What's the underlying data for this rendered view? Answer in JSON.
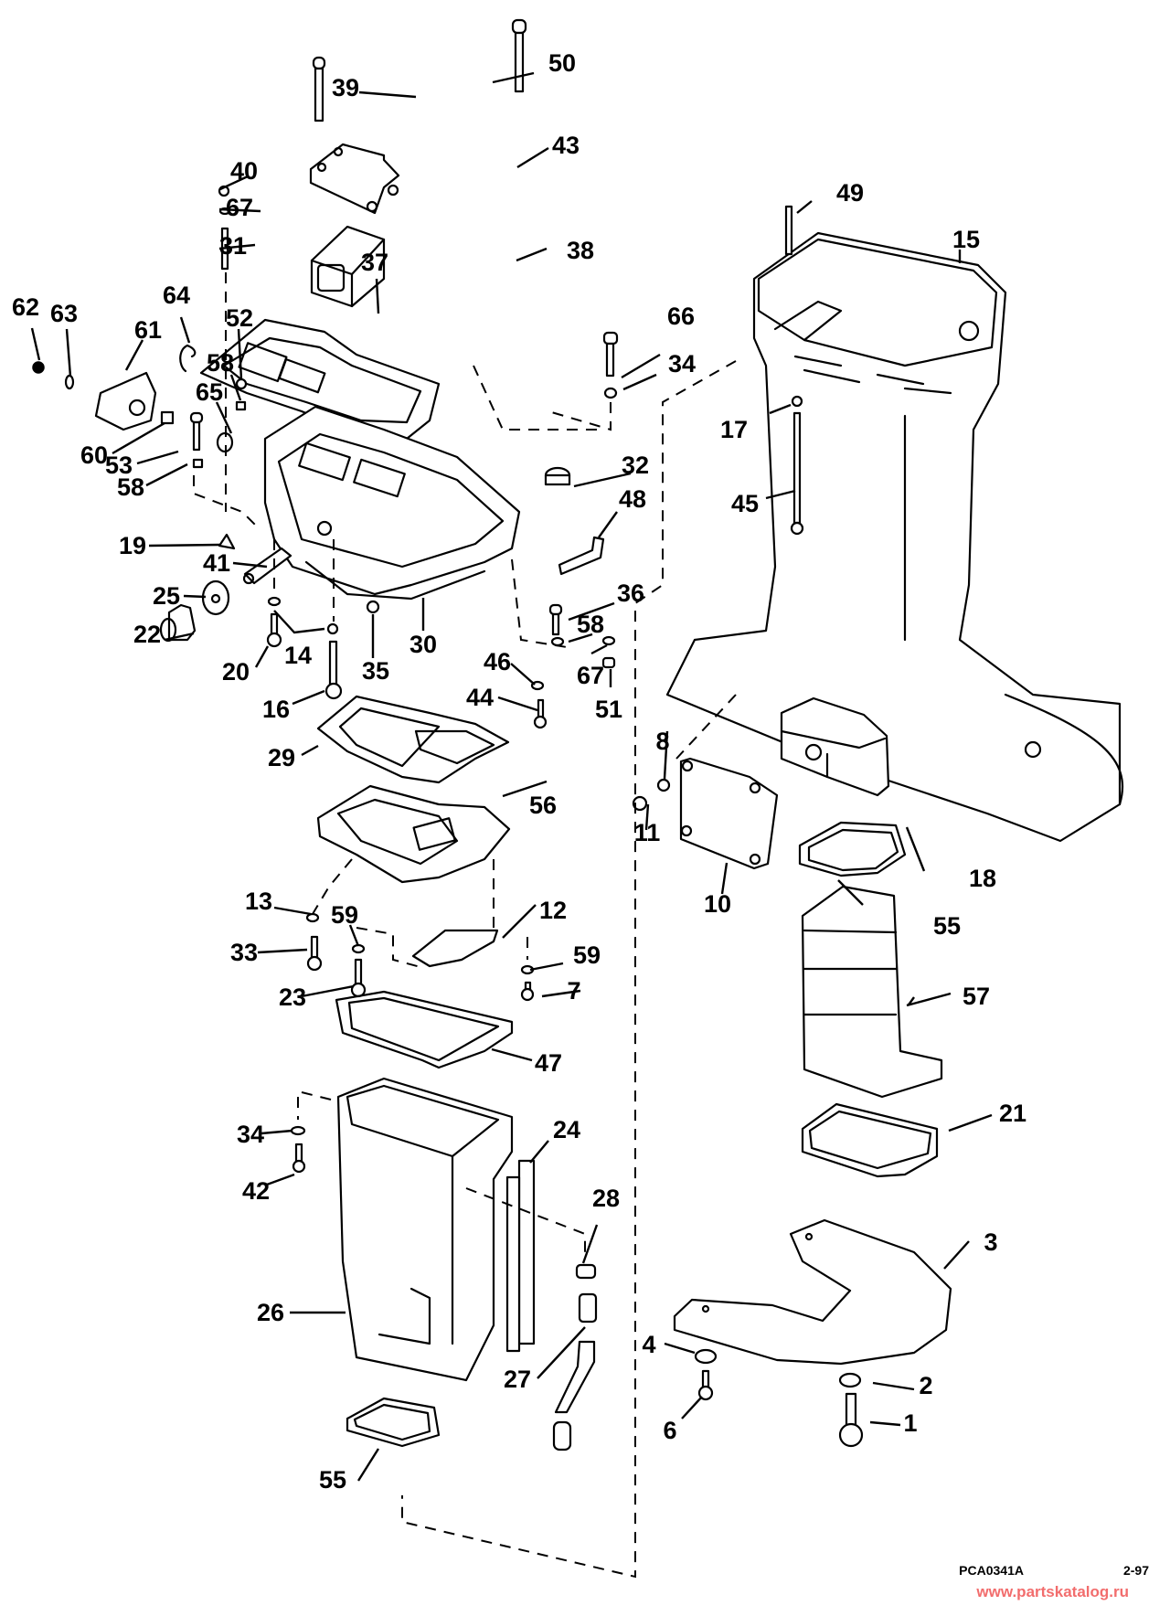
{
  "diagram": {
    "title": "Exhaust housing exploded parts view",
    "callouts": [
      {
        "id": "1",
        "label": "1"
      },
      {
        "id": "2",
        "label": "2"
      },
      {
        "id": "3",
        "label": "3"
      },
      {
        "id": "4",
        "label": "4"
      },
      {
        "id": "6",
        "label": "6"
      },
      {
        "id": "7",
        "label": "7"
      },
      {
        "id": "8",
        "label": "8"
      },
      {
        "id": "10",
        "label": "10"
      },
      {
        "id": "11",
        "label": "11"
      },
      {
        "id": "12",
        "label": "12"
      },
      {
        "id": "13",
        "label": "13"
      },
      {
        "id": "14",
        "label": "14"
      },
      {
        "id": "15",
        "label": "15"
      },
      {
        "id": "16",
        "label": "16"
      },
      {
        "id": "17",
        "label": "17"
      },
      {
        "id": "18",
        "label": "18"
      },
      {
        "id": "19",
        "label": "19"
      },
      {
        "id": "20",
        "label": "20"
      },
      {
        "id": "21",
        "label": "21"
      },
      {
        "id": "22",
        "label": "22"
      },
      {
        "id": "23",
        "label": "23"
      },
      {
        "id": "24",
        "label": "24"
      },
      {
        "id": "25",
        "label": "25"
      },
      {
        "id": "26",
        "label": "26"
      },
      {
        "id": "27",
        "label": "27"
      },
      {
        "id": "28",
        "label": "28"
      },
      {
        "id": "29",
        "label": "29"
      },
      {
        "id": "30",
        "label": "30"
      },
      {
        "id": "31",
        "label": "31"
      },
      {
        "id": "32",
        "label": "32"
      },
      {
        "id": "33",
        "label": "33"
      },
      {
        "id": "34a",
        "label": "34"
      },
      {
        "id": "34b",
        "label": "34"
      },
      {
        "id": "35",
        "label": "35"
      },
      {
        "id": "36",
        "label": "36"
      },
      {
        "id": "37",
        "label": "37"
      },
      {
        "id": "38",
        "label": "38"
      },
      {
        "id": "39",
        "label": "39"
      },
      {
        "id": "40",
        "label": "40"
      },
      {
        "id": "41",
        "label": "41"
      },
      {
        "id": "42",
        "label": "42"
      },
      {
        "id": "43",
        "label": "43"
      },
      {
        "id": "44",
        "label": "44"
      },
      {
        "id": "45",
        "label": "45"
      },
      {
        "id": "46",
        "label": "46"
      },
      {
        "id": "47",
        "label": "47"
      },
      {
        "id": "48",
        "label": "48"
      },
      {
        "id": "49",
        "label": "49"
      },
      {
        "id": "50",
        "label": "50"
      },
      {
        "id": "51",
        "label": "51"
      },
      {
        "id": "52",
        "label": "52"
      },
      {
        "id": "53",
        "label": "53"
      },
      {
        "id": "55a",
        "label": "55"
      },
      {
        "id": "55b",
        "label": "55"
      },
      {
        "id": "56",
        "label": "56"
      },
      {
        "id": "57",
        "label": "57"
      },
      {
        "id": "58a",
        "label": "58"
      },
      {
        "id": "58b",
        "label": "58"
      },
      {
        "id": "58c",
        "label": "58"
      },
      {
        "id": "59a",
        "label": "59"
      },
      {
        "id": "59b",
        "label": "59"
      },
      {
        "id": "60",
        "label": "60"
      },
      {
        "id": "61",
        "label": "61"
      },
      {
        "id": "62",
        "label": "62"
      },
      {
        "id": "63",
        "label": "63"
      },
      {
        "id": "64",
        "label": "64"
      },
      {
        "id": "65",
        "label": "65"
      },
      {
        "id": "66",
        "label": "66"
      },
      {
        "id": "67a",
        "label": "67"
      },
      {
        "id": "67b",
        "label": "67"
      }
    ]
  },
  "footer": {
    "code": "PCA0341A",
    "date": "2-97",
    "watermark": "www.partskatalog.ru"
  }
}
